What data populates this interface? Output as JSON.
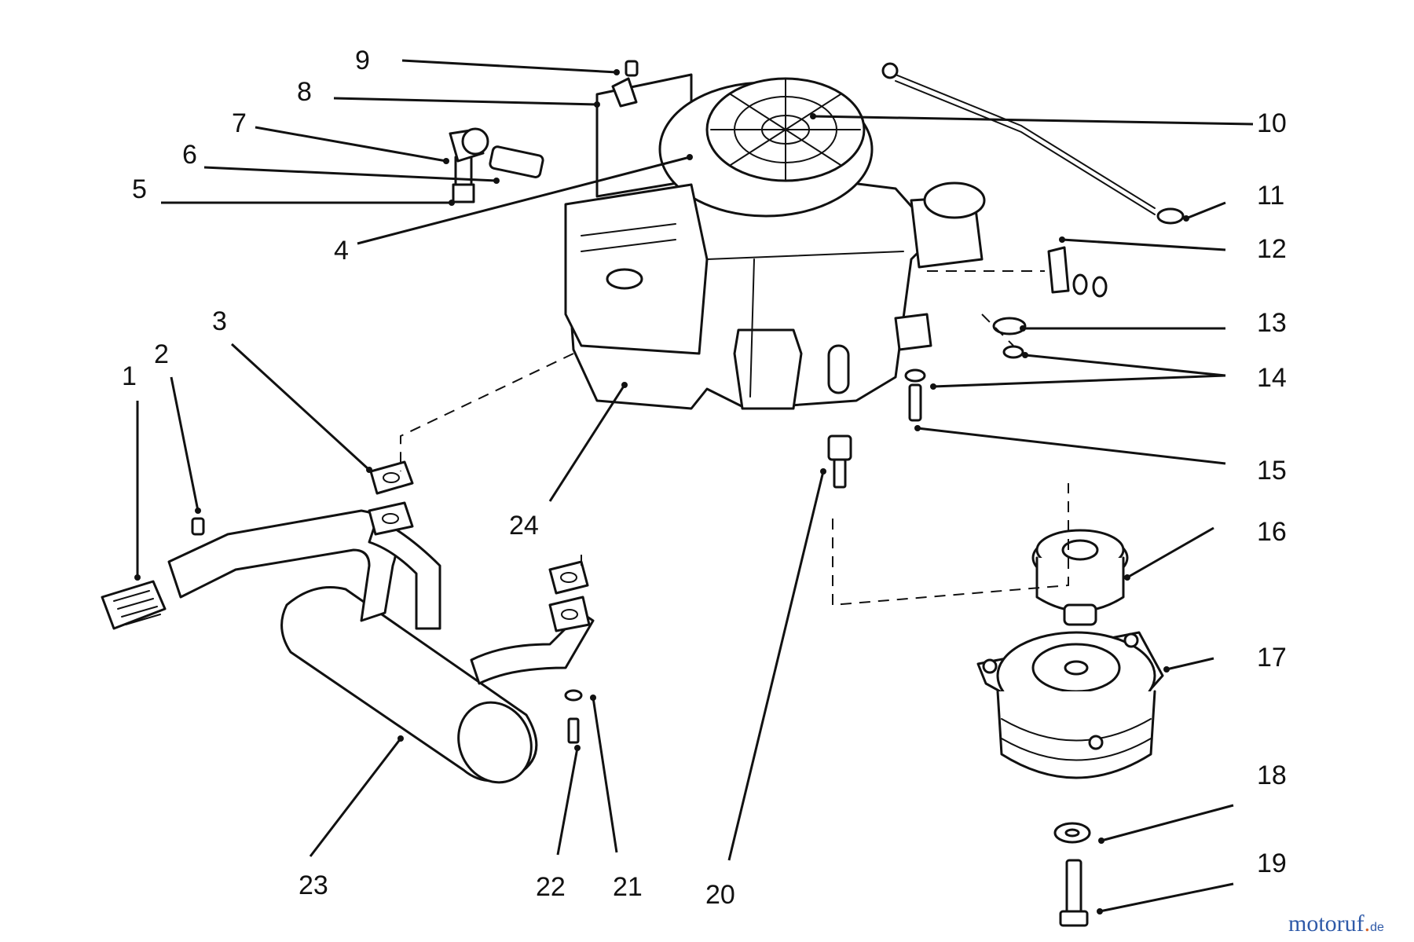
{
  "callouts": [
    "1",
    "2",
    "3",
    "4",
    "5",
    "6",
    "7",
    "8",
    "9",
    "10",
    "11",
    "12",
    "13",
    "14",
    "15",
    "16",
    "17",
    "18",
    "19",
    "20",
    "21",
    "22",
    "23",
    "24"
  ],
  "watermark": {
    "brand": "motoruf",
    "accent": ".",
    "suffix": "de",
    "color": "#2f5aa8",
    "accent_color": "#d9662a"
  },
  "colors": {
    "ink": "#111111",
    "paper": "#ffffff"
  }
}
